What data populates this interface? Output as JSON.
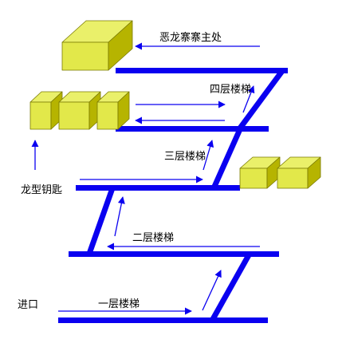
{
  "labels": {
    "boss": "恶龙寨寨主处",
    "floor4_stairs": "四层楼梯",
    "floor3_stairs": "三层楼梯",
    "floor2_stairs": "二层楼梯",
    "floor1_stairs": "一层楼梯",
    "dragon_key": "龙型钥匙",
    "entrance": "进口"
  },
  "colors": {
    "path": "#0a00f0",
    "box_top": "#eaf06a",
    "box_front": "#e2e84a",
    "box_side": "#b6b400",
    "box_edge": "#7a7a00",
    "text": "#000000"
  }
}
